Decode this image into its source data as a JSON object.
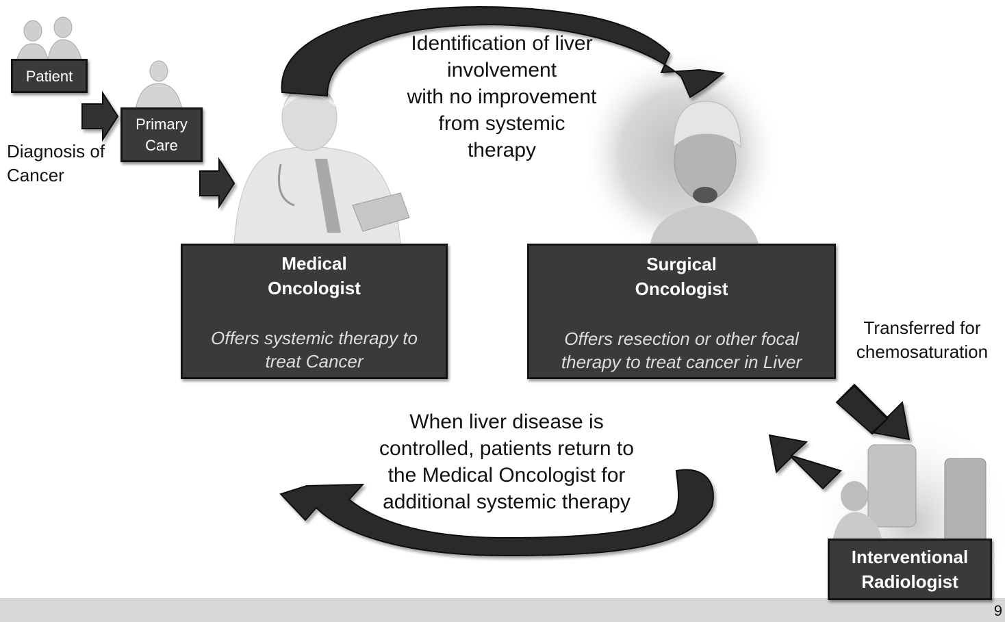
{
  "diagram": {
    "patient_label": "Patient",
    "primary_care_label": [
      "Primary",
      "Care"
    ],
    "diagnosis_text": [
      "Diagnosis of",
      "Cancer"
    ],
    "top_arrow_text": [
      "Identification of liver",
      "involvement",
      "with no improvement",
      "from systemic",
      "therapy"
    ],
    "medical_oncologist": {
      "title": [
        "Medical",
        "Oncologist"
      ],
      "description": [
        "Offers systemic therapy to",
        "treat Cancer"
      ]
    },
    "surgical_oncologist": {
      "title": [
        "Surgical",
        "Oncologist"
      ],
      "description": [
        "Offers resection or other focal",
        "therapy to treat cancer in Liver"
      ]
    },
    "transfer_text": [
      "Transferred for",
      "chemosaturation"
    ],
    "bottom_arrow_text": [
      "When liver disease is",
      "controlled, patients return to",
      "the Medical Oncologist for",
      "additional systemic therapy"
    ],
    "interventional_radiologist": {
      "title": [
        "Interventional",
        "Radiologist"
      ]
    },
    "page_number": "9"
  }
}
